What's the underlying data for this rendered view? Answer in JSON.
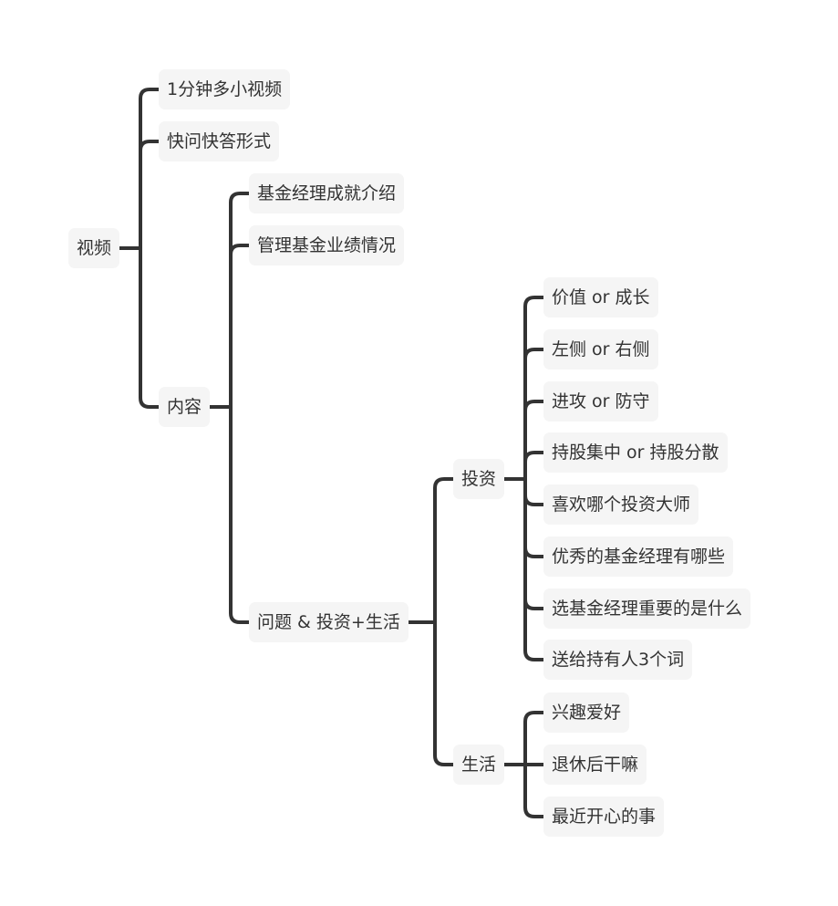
{
  "mindmap": {
    "line_color": "#333333",
    "node_background": "#f5f5f5",
    "text_color": "#333333",
    "root": {
      "id": "root",
      "label": "视频",
      "children": [
        {
          "id": "v1",
          "label": "1分钟多小视频"
        },
        {
          "id": "v2",
          "label": "快问快答形式"
        },
        {
          "id": "content",
          "label": "内容",
          "children": [
            {
              "id": "c1",
              "label": "基金经理成就介绍"
            },
            {
              "id": "c2",
              "label": "管理基金业绩情况"
            },
            {
              "id": "qa",
              "label": "问题 & 投资+生活",
              "children": [
                {
                  "id": "invest",
                  "label": "投资",
                  "children": [
                    {
                      "id": "i1",
                      "label": "价值 or 成长"
                    },
                    {
                      "id": "i2",
                      "label": "左侧 or 右侧"
                    },
                    {
                      "id": "i3",
                      "label": "进攻 or 防守"
                    },
                    {
                      "id": "i4",
                      "label": "持股集中 or 持股分散"
                    },
                    {
                      "id": "i5",
                      "label": "喜欢哪个投资大师"
                    },
                    {
                      "id": "i6",
                      "label": "优秀的基金经理有哪些"
                    },
                    {
                      "id": "i7",
                      "label": "选基金经理重要的是什么"
                    },
                    {
                      "id": "i8",
                      "label": "送给持有人3个词"
                    }
                  ]
                },
                {
                  "id": "life",
                  "label": "生活",
                  "children": [
                    {
                      "id": "l1",
                      "label": "兴趣爱好"
                    },
                    {
                      "id": "l2",
                      "label": "退休后干嘛"
                    },
                    {
                      "id": "l3",
                      "label": "最近开心的事"
                    }
                  ]
                }
              ]
            }
          ]
        }
      ]
    }
  }
}
